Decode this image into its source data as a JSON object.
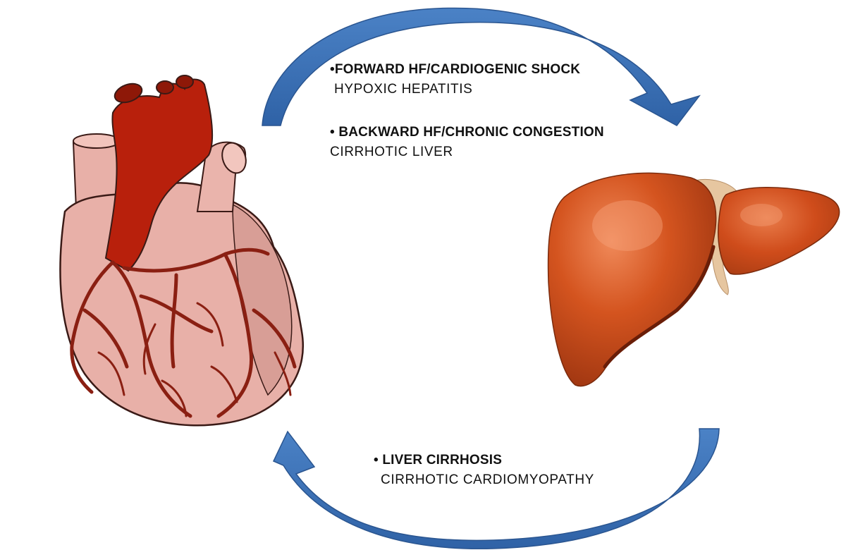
{
  "effects": [
    {
      "heading": "•FORWARD HF/CARDIOGENIC SHOCK",
      "detail": "HYPOXIC HEPATITIS"
    },
    {
      "heading": "• BACKWARD HF/CHRONIC CONGESTION",
      "detail": "CIRRHOTIC LIVER"
    },
    {
      "heading": "• LIVER CIRRHOSIS",
      "detail": "CIRRHOTIC CARDIOMYOPATHY"
    }
  ],
  "colors": {
    "arrow": "#3f74b8",
    "arrow_dark": "#2f5f9e",
    "heart_body": "#e8b0a8",
    "heart_shade": "#d89e96",
    "aorta": "#b8200c",
    "vessels": "#8a1f12",
    "liver": "#c8481c",
    "liver_dark": "#8a2a0e",
    "ligament": "#e6c6a0",
    "text": "#111111"
  },
  "icons": [
    "heart-illustration",
    "liver-illustration",
    "arrow-heart-to-liver",
    "arrow-liver-to-heart"
  ]
}
